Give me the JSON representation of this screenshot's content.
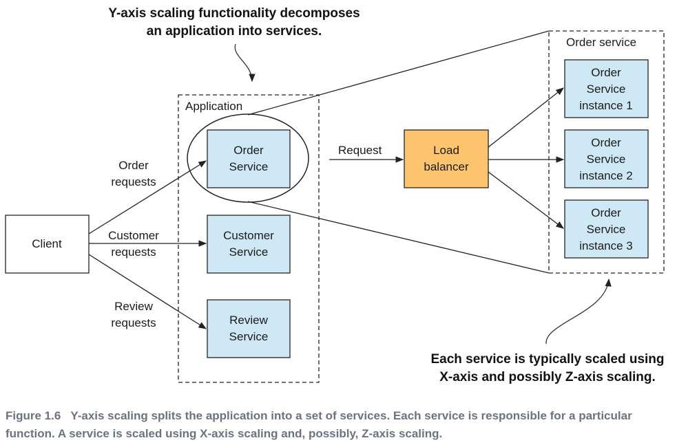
{
  "callouts": {
    "top_line1": "Y-axis scaling functionality decomposes",
    "top_line2": "an application into services.",
    "bottom_line1": "Each service is typically scaled using",
    "bottom_line2": "X-axis and possibly Z-axis scaling."
  },
  "client": {
    "label": "Client"
  },
  "application": {
    "label": "Application",
    "services": [
      {
        "line1": "Order",
        "line2": "Service"
      },
      {
        "line1": "Customer",
        "line2": "Service"
      },
      {
        "line1": "Review",
        "line2": "Service"
      }
    ]
  },
  "request_labels": [
    {
      "line1": "Order",
      "line2": "requests"
    },
    {
      "line1": "Customer",
      "line2": "requests"
    },
    {
      "line1": "Review",
      "line2": "requests"
    }
  ],
  "request_label": "Request",
  "load_balancer": {
    "line1": "Load",
    "line2": "balancer"
  },
  "order_service_group": {
    "label": "Order service",
    "instances": [
      {
        "line1": "Order",
        "line2": "Service",
        "line3": "instance 1"
      },
      {
        "line1": "Order",
        "line2": "Service",
        "line3": "instance 2"
      },
      {
        "line1": "Order",
        "line2": "Service",
        "line3": "instance 3"
      }
    ]
  },
  "caption": {
    "figure": "Figure 1.6",
    "text": "Y-axis scaling splits the application into a set of services. Each service is responsible for a particular function. A service is scaled using X-axis scaling and, possibly, Z-axis scaling."
  },
  "colors": {
    "service_fill": "#cfe8f6",
    "balancer_fill": "#fbc46d",
    "stroke": "#222222",
    "caption_text": "#6b7380"
  }
}
